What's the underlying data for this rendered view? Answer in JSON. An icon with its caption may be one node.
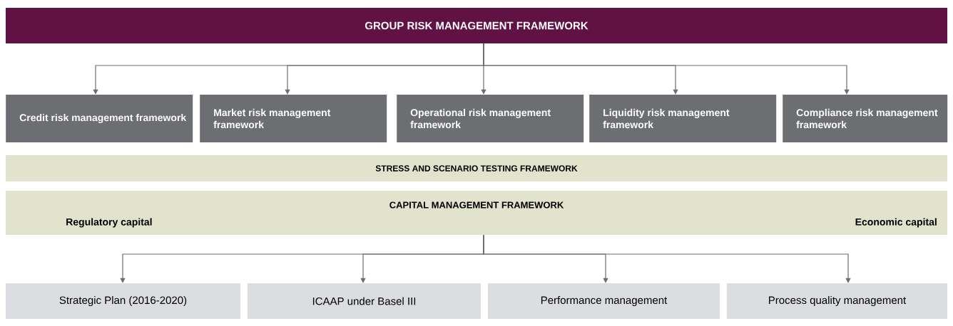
{
  "diagram": {
    "nodes": [
      {
        "text": [
          "GROUP RISK MANAGEMENT FRAMEWORK"
        ]
      },
      {
        "text": [
          "Credit risk management framework"
        ]
      },
      {
        "text": [
          "Market risk management framework"
        ]
      },
      {
        "text": [
          "Operational risk management framework"
        ]
      },
      {
        "text": [
          "Liquidity risk management framework"
        ]
      },
      {
        "text": [
          "Compliance risk management framework"
        ]
      },
      {
        "text": [
          "STRESS AND SCENARIO TESTING FRAMEWORK"
        ]
      },
      {
        "text": [
          "CAPITAL MANAGEMENT FRAMEWORK",
          "Regulatory capital",
          "Economic capital"
        ]
      },
      {
        "text": [
          "Strategic Plan (2016-2020)"
        ]
      },
      {
        "text": [
          "ICAAP under Basel III"
        ]
      },
      {
        "text": [
          "Performance management"
        ]
      },
      {
        "text": [
          "Process quality management"
        ]
      }
    ],
    "edges": [
      {
        "from": 0,
        "to": 1,
        "arrow": "to"
      },
      {
        "from": 0,
        "to": 2,
        "arrow": "to"
      },
      {
        "from": 0,
        "to": 3,
        "arrow": "to"
      },
      {
        "from": 0,
        "to": 4,
        "arrow": "to"
      },
      {
        "from": 0,
        "to": 5,
        "arrow": "to"
      },
      {
        "from": 7,
        "to": 8,
        "arrow": "to"
      },
      {
        "from": 7,
        "to": 9,
        "arrow": "to"
      },
      {
        "from": 7,
        "to": 10,
        "arrow": "to"
      },
      {
        "from": 7,
        "to": 11,
        "arrow": "to"
      }
    ]
  }
}
